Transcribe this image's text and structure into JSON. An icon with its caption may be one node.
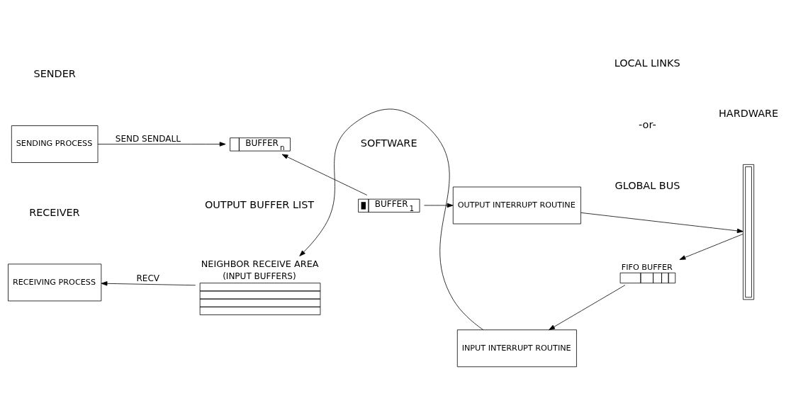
{
  "diagram": {
    "nodes": [
      {
        "text": [
          "SENDING PROCESS"
        ]
      },
      {
        "text": [
          "BUFFER$_{n}$"
        ]
      },
      {
        "text": [
          "BUFFER$_{1}$"
        ]
      },
      {
        "text": [
          "OUTPUT INTERRUPT ROUTINE"
        ]
      },
      {
        "text": [],
        "shape": "bar"
      },
      {
        "text": [
          "FIFO BUFFER"
        ]
      },
      {
        "text": [
          "INPUT INTERRUPT ROUTINE"
        ]
      },
      {
        "text": [
          "NEIGHBOR RECEIVE AREA",
          "(INPUT BUFFERS)"
        ]
      },
      {
        "text": [
          "RECEIVING PROCESS"
        ]
      }
    ],
    "edges": [
      {
        "from": 0,
        "to": 1,
        "arrow": "to",
        "label": "SEND SENDALL"
      },
      {
        "from": 2,
        "to": 1,
        "arrow": "to"
      },
      {
        "from": 2,
        "to": 3,
        "arrow": "to"
      },
      {
        "from": 3,
        "to": 4,
        "arrow": "to"
      },
      {
        "from": 4,
        "to": 5,
        "arrow": "to"
      },
      {
        "from": 5,
        "to": 6,
        "arrow": "to"
      },
      {
        "from": 6,
        "to": 7,
        "arrow": "to"
      },
      {
        "from": 7,
        "to": 8,
        "arrow": "to",
        "label": "RECV"
      }
    ],
    "labels": [
      "SOFTWARE",
      "HARDWARE",
      "SENDER",
      "OUTPUT BUFFER LIST",
      "LOCAL LINKS",
      "-or-",
      "GLOBAL BUS",
      "RECEIVER"
    ]
  }
}
